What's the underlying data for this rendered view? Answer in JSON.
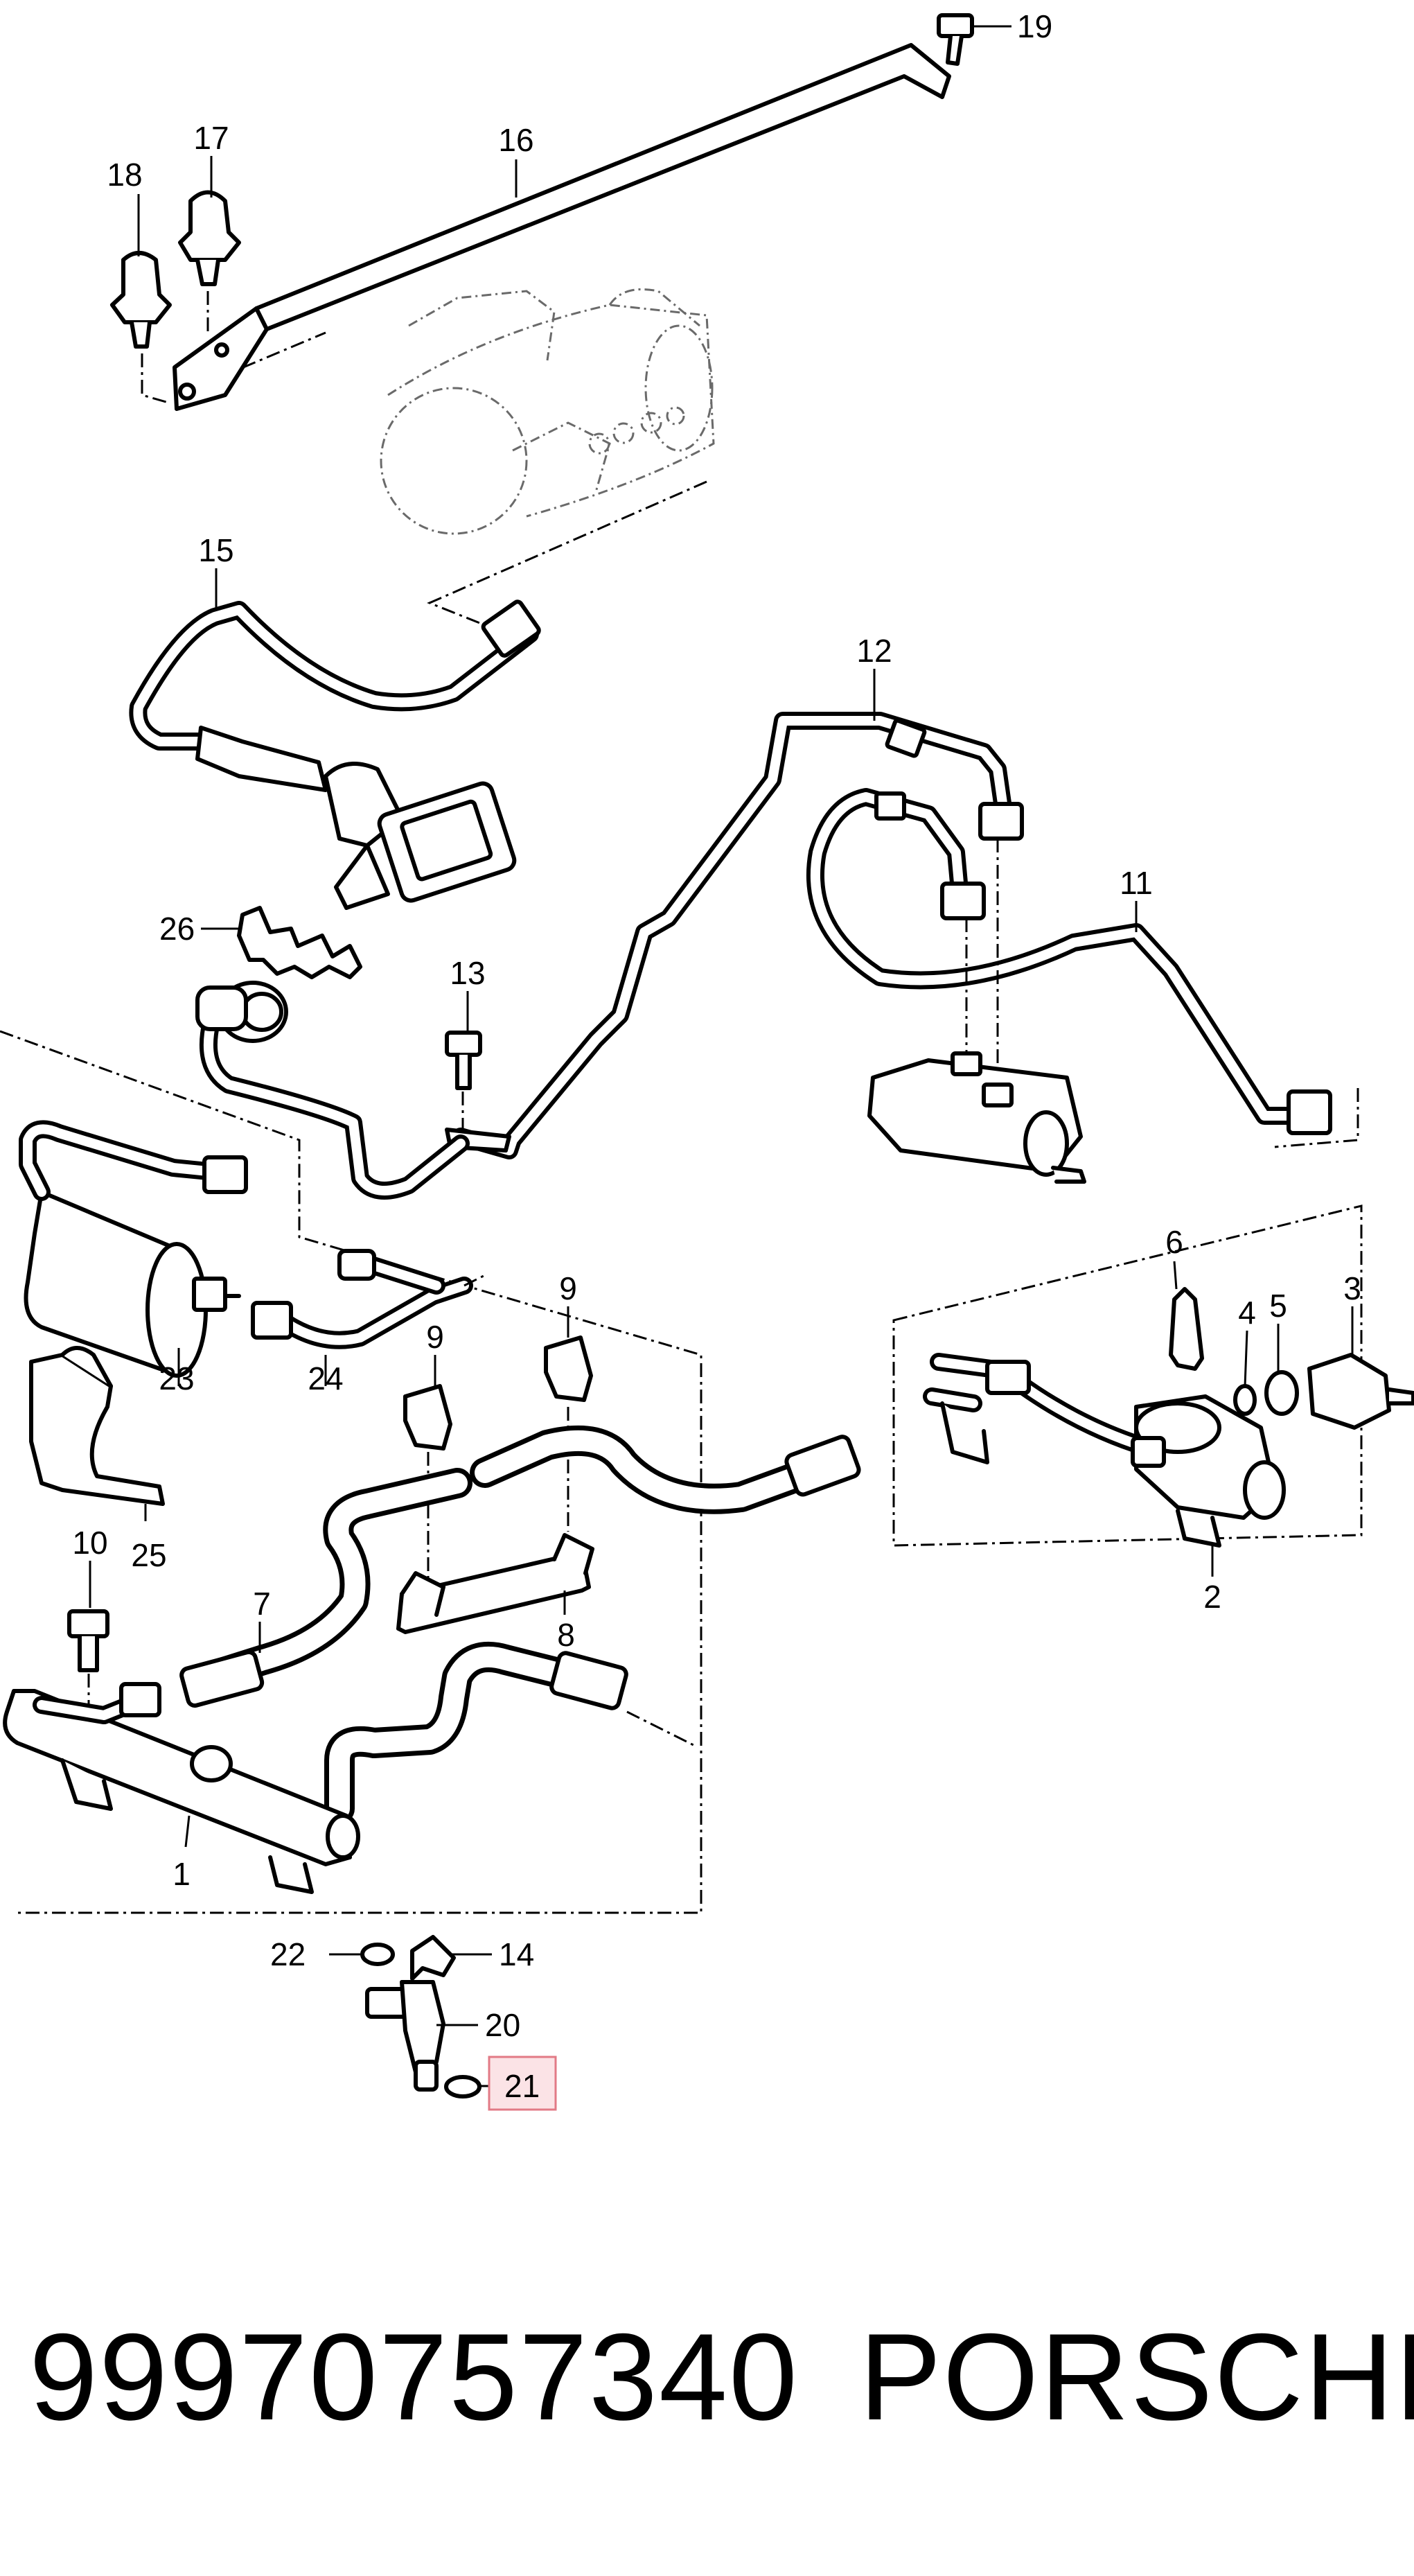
{
  "diagram": {
    "callouts": [
      "1",
      "2",
      "3",
      "4",
      "5",
      "6",
      "7",
      "8",
      "9",
      "9",
      "10",
      "11",
      "12",
      "13",
      "14",
      "15",
      "16",
      "17",
      "18",
      "19",
      "20",
      "21",
      "22",
      "23",
      "24",
      "25",
      "26"
    ],
    "highlighted_callout": "21",
    "colors": {
      "line": "#000000",
      "highlight_fill": "#fbe3e6",
      "highlight_stroke": "#e27a86",
      "background": "#ffffff"
    }
  },
  "footer": {
    "part_number": "99970757340",
    "brand": "PORSCHE"
  }
}
